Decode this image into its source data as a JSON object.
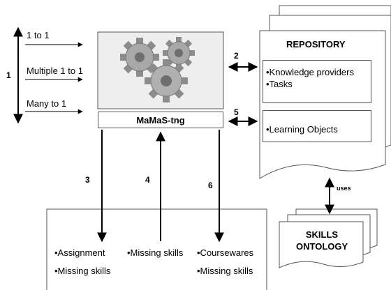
{
  "colors": {
    "line": "#000000",
    "border": "#555555",
    "gear": "#9a9a9a",
    "gear_bg": "#eeeeee",
    "doc": "#ffffff"
  },
  "relations": {
    "one_to_one": "1 to 1",
    "multiple_one_to_one": "Multiple 1 to 1",
    "many_to_one": "Many to 1"
  },
  "steps": [
    "1",
    "2",
    "3",
    "4",
    "5",
    "6"
  ],
  "system": {
    "name": "MaMaS-tng",
    "icon": "gears-icon"
  },
  "repository": {
    "title": "REPOSITORY",
    "items_top": [
      "•Knowledge providers",
      "•Tasks"
    ],
    "items_bottom": [
      "•Learning Objects"
    ]
  },
  "uses_label": "uses",
  "ontology": {
    "line1": "SKILLS",
    "line2": "ONTOLOGY"
  },
  "outputs": {
    "col1": [
      "•Assignment",
      "•Missing skills"
    ],
    "col2": [
      "•Missing skills"
    ],
    "col3": [
      "•Coursewares",
      "•Missing skills"
    ]
  }
}
